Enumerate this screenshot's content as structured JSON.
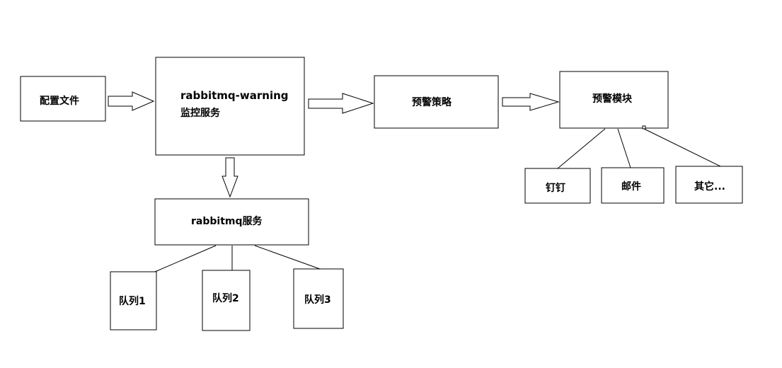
{
  "nodes": {
    "config": "配置文件",
    "monitor_line1": "rabbitmq-warning",
    "monitor_line2": "监控服务",
    "strategy": "预警策略",
    "alert_module": "预警模块",
    "rabbitmq_service": "rabbitmq服务",
    "dingtalk": "钉钉",
    "email": "邮件",
    "other": "其它...",
    "queue1": "队列1",
    "queue2": "队列2",
    "queue3": "队列3"
  }
}
